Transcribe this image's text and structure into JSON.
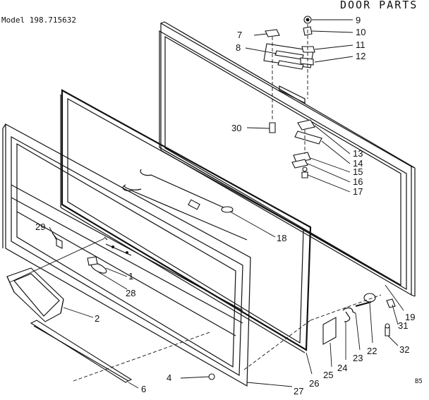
{
  "title": "DOOR PARTS",
  "model": "Model 198.715632",
  "code": "B5",
  "callouts": [
    {
      "id": "1",
      "label": "1"
    },
    {
      "id": "2",
      "label": "2"
    },
    {
      "id": "4",
      "label": "4"
    },
    {
      "id": "6",
      "label": "6"
    },
    {
      "id": "7",
      "label": "7"
    },
    {
      "id": "8",
      "label": "8"
    },
    {
      "id": "9",
      "label": "9"
    },
    {
      "id": "10",
      "label": "10"
    },
    {
      "id": "11",
      "label": "11"
    },
    {
      "id": "12",
      "label": "12"
    },
    {
      "id": "13",
      "label": "13"
    },
    {
      "id": "14",
      "label": "14"
    },
    {
      "id": "15",
      "label": "15"
    },
    {
      "id": "16",
      "label": "16"
    },
    {
      "id": "17",
      "label": "17"
    },
    {
      "id": "18",
      "label": "18"
    },
    {
      "id": "19",
      "label": "19"
    },
    {
      "id": "22",
      "label": "22"
    },
    {
      "id": "23",
      "label": "23"
    },
    {
      "id": "24",
      "label": "24"
    },
    {
      "id": "25",
      "label": "25"
    },
    {
      "id": "26",
      "label": "26"
    },
    {
      "id": "27",
      "label": "27"
    },
    {
      "id": "28",
      "label": "28"
    },
    {
      "id": "29",
      "label": "29"
    },
    {
      "id": "30",
      "label": "30"
    },
    {
      "id": "31",
      "label": "31"
    },
    {
      "id": "32",
      "label": "32"
    }
  ]
}
